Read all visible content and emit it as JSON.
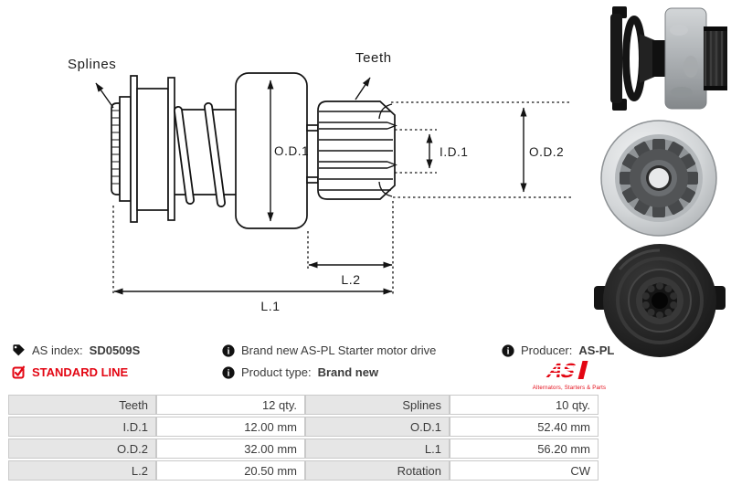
{
  "diagram": {
    "labels": {
      "splines": "Splines",
      "teeth": "Teeth",
      "od1": "O.D.1",
      "id1": "I.D.1",
      "od2": "O.D.2",
      "l1": "L.1",
      "l2": "L.2"
    }
  },
  "info": {
    "as_index_label": "AS index:",
    "as_index_value": "SD0509S",
    "standard_line": "STANDARD LINE",
    "description": "Brand new AS-PL Starter motor drive",
    "product_type_label": "Product type:",
    "product_type_value": "Brand new",
    "producer_label": "Producer:",
    "producer_value": "AS-PL",
    "logo_text": "AS",
    "logo_tagline": "Alternators, Starters & Parts"
  },
  "icons": {
    "as_index": "tag-icon",
    "standard_line": "checkbox-checked-icon",
    "info_rows": "info-icon"
  },
  "colors": {
    "accent_red": "#e30613",
    "text_dark": "#3b3b3b",
    "table_label_bg": "#e6e6e6",
    "table_border": "#c9c9c9",
    "line_black": "#141414"
  },
  "photos": [
    {
      "name": "starter-drive-side-view"
    },
    {
      "name": "starter-drive-pinion-front-view"
    },
    {
      "name": "starter-drive-rear-spline-view"
    }
  ],
  "spec_table": {
    "rows": [
      {
        "label_left": "Teeth",
        "value_left": "12 qty.",
        "label_right": "Splines",
        "value_right": "10 qty."
      },
      {
        "label_left": "I.D.1",
        "value_left": "12.00 mm",
        "label_right": "O.D.1",
        "value_right": "52.40 mm"
      },
      {
        "label_left": "O.D.2",
        "value_left": "32.00 mm",
        "label_right": "L.1",
        "value_right": "56.20 mm"
      },
      {
        "label_left": "L.2",
        "value_left": "20.50 mm",
        "label_right": "Rotation",
        "value_right": "CW"
      }
    ]
  }
}
